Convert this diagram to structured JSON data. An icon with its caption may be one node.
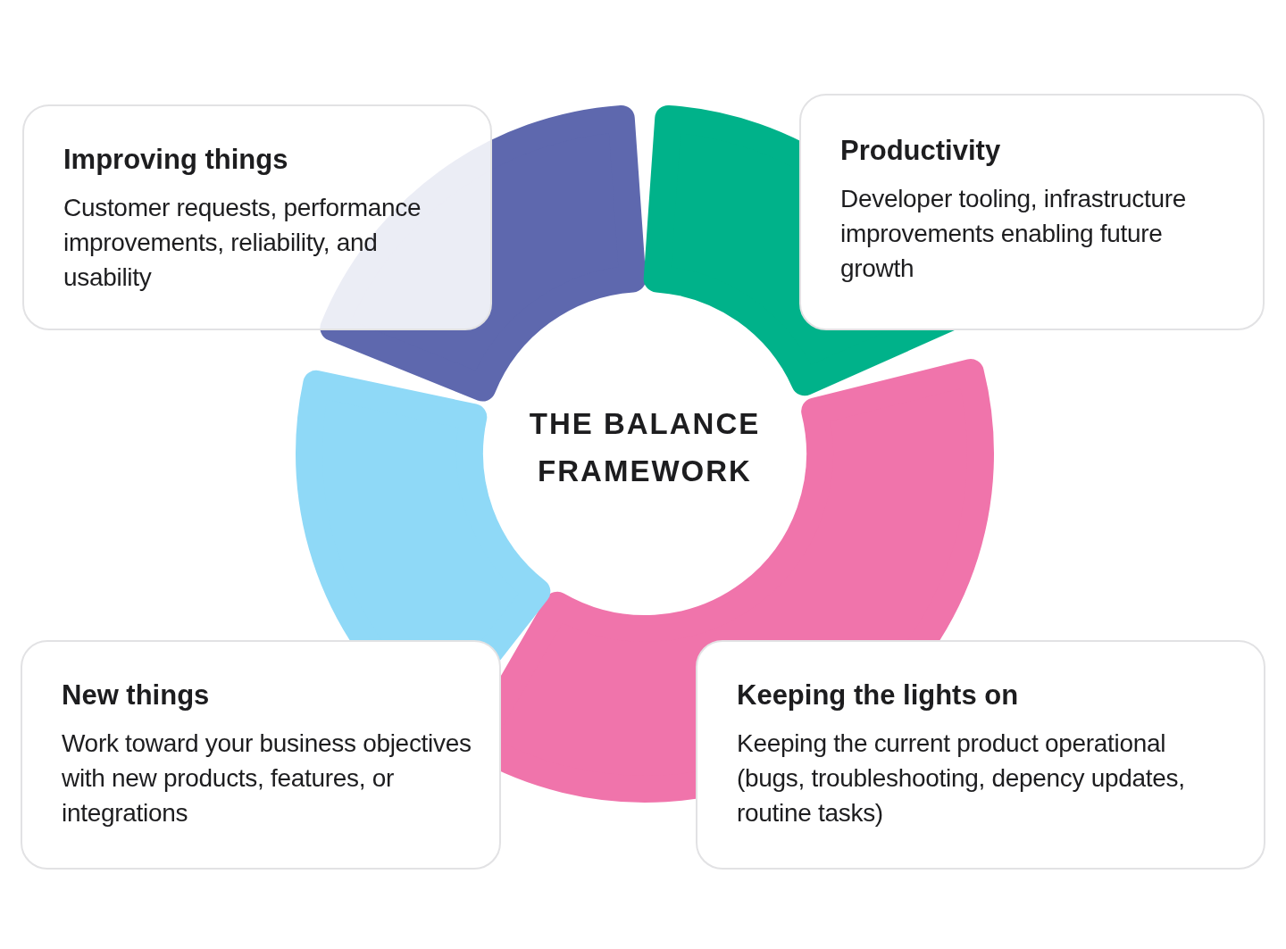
{
  "diagram": {
    "nodes": [
      {
        "text": [
          "THE BALANCE FRAMEWORK"
        ]
      },
      {
        "text": [
          "Improving things",
          "Customer requests, performance improvements, reliability, and usability"
        ]
      },
      {
        "text": [
          "Productivity",
          "Developer tooling, infrastructure improvements enabling future growth"
        ]
      },
      {
        "text": [
          "New things",
          "Work toward your business objectives with new products, features, or integrations"
        ]
      },
      {
        "text": [
          "Keeping the lights on",
          "Keeping the current product operational (bugs, troubleshooting, depency updates, routine tasks)"
        ]
      }
    ]
  }
}
